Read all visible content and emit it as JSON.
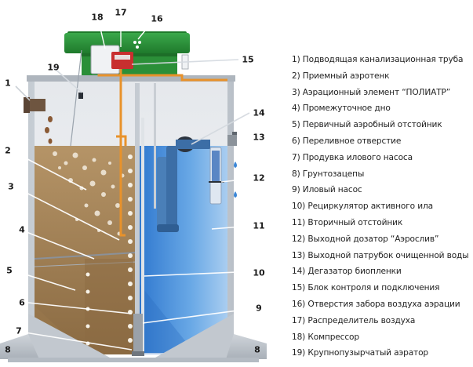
{
  "legend": [
    {
      "num": "1",
      "text": "1) Подводящая канализационная труба"
    },
    {
      "num": "2",
      "text": "2) Приемный аэротенк"
    },
    {
      "num": "3",
      "text": "3) Аэрационный элемент “ПОЛИАТР”"
    },
    {
      "num": "4",
      "text": "4) Промежуточное дно"
    },
    {
      "num": "5",
      "text": "5) Первичный аэробный отстойник"
    },
    {
      "num": "6",
      "text": "6) Переливное отверстие"
    },
    {
      "num": "7",
      "text": "7) Продувка илового насоса"
    },
    {
      "num": "8",
      "text": "8) Грунтозацепы"
    },
    {
      "num": "9",
      "text": "9) Иловый насос"
    },
    {
      "num": "10",
      "text": "10) Рециркулятор активного ила"
    },
    {
      "num": "11",
      "text": "11) Вторичный отстойник"
    },
    {
      "num": "12",
      "text": "12) Выходной дозатор  “Аэрослив”"
    },
    {
      "num": "13",
      "text": "13) Выходной патрубок очищенной воды"
    },
    {
      "num": "14",
      "text": "14) Дегазатор биопленки"
    },
    {
      "num": "15",
      "text": "15) Блок контроля и подключения"
    },
    {
      "num": "16",
      "text": "16) Отверстия забора воздуха аэрации"
    },
    {
      "num": "17",
      "text": "17) Распределитель воздуха"
    },
    {
      "num": "18",
      "text": "18) Компрессор"
    },
    {
      "num": "19",
      "text": "19) Крупнопузырчатый аэратор"
    }
  ],
  "callouts": {
    "c1": "1",
    "c2": "2",
    "c3": "3",
    "c4": "4",
    "c5": "5",
    "c6": "6",
    "c7": "7",
    "c8a": "8",
    "c8b": "8",
    "c9": "9",
    "c10": "10",
    "c11": "11",
    "c12": "12",
    "c13": "13",
    "c14": "14",
    "c15": "15",
    "c16": "16",
    "c17": "17",
    "c18": "18",
    "c19": "19"
  },
  "colors": {
    "lid": "#2e9a3c",
    "tank_wall": "#9aa3ad",
    "brown_water": "#a8875c",
    "blue_water": "#5a9de0",
    "pipe_orange": "#e8922b"
  }
}
